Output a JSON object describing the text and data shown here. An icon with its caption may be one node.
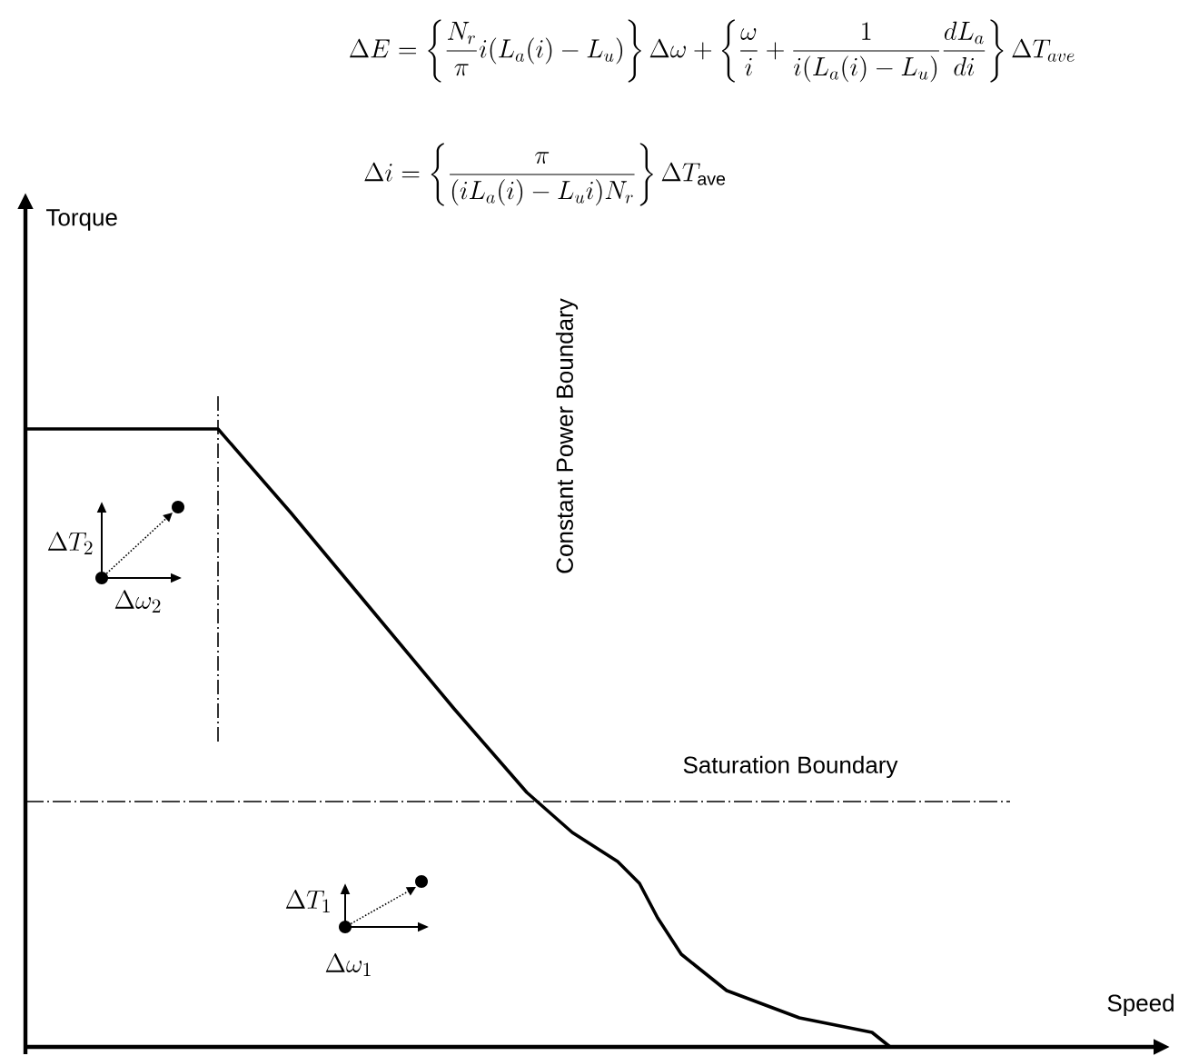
{
  "diagram": {
    "labels": [
      "\\Delta E = \\left\\{\\frac{N_r}{\\pi} i(L_a(i) - L_u)\\right\\}\\Delta\\omega + \\left\\{\\frac{\\omega}{i} + \\frac{1}{i(L_a(i) - L_u)}\\frac{dL_a}{di}\\right\\}\\Delta T_{ave}",
      "\\Delta i = \\left\\{\\frac{\\pi}{(iL_a(i) - L_u i)N_r}\\right\\}\\Delta T_{\\mathrm{ave}}",
      "Torque",
      "Constant Power Boundary",
      "Saturation Boundary",
      "\\Delta T_2",
      "\\Delta\\omega_2",
      "\\Delta T_1",
      "\\Delta\\omega_1",
      "Speed"
    ]
  }
}
